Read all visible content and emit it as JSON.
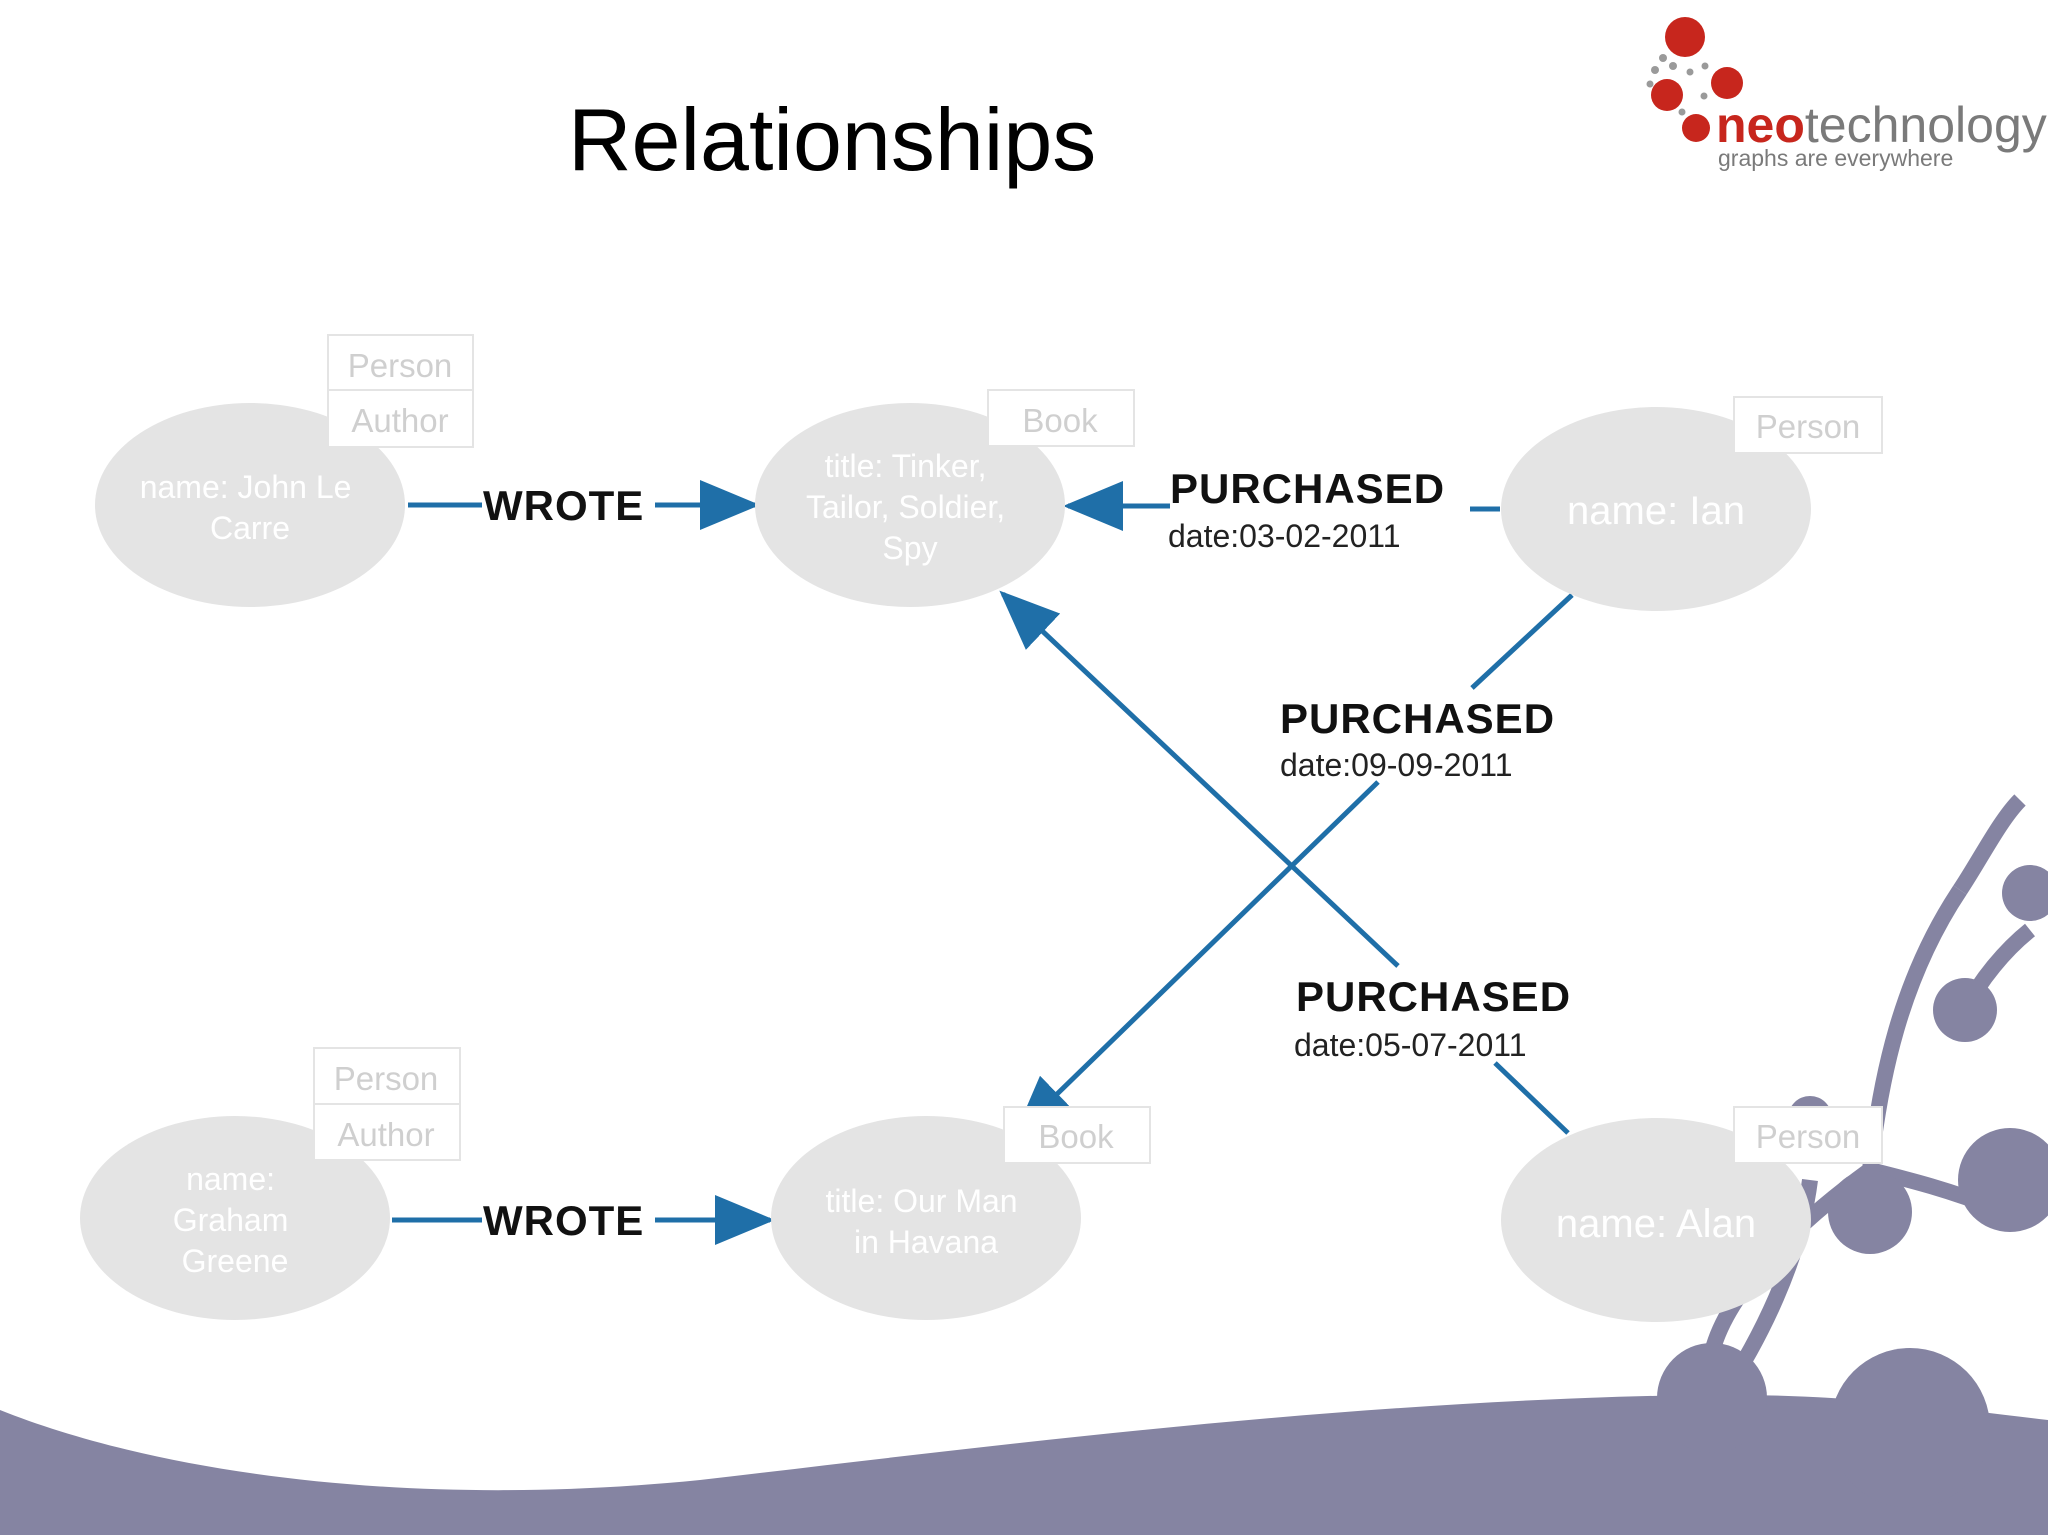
{
  "title": "Relationships",
  "logo": {
    "brand_a": "neo",
    "brand_b": "technology",
    "tagline": "graphs are everywhere"
  },
  "nodes": {
    "john": {
      "lines": [
        "name: John Le",
        "Carre"
      ],
      "labels": [
        "Person",
        "Author"
      ]
    },
    "tinker": {
      "lines": [
        "title: Tinker,",
        "Tailor, Soldier,",
        "Spy"
      ],
      "labels": [
        "Book"
      ]
    },
    "ian": {
      "lines": [
        "name: Ian"
      ],
      "labels": [
        "Person"
      ]
    },
    "graham": {
      "lines": [
        "name:",
        "Graham",
        "Greene"
      ],
      "labels": [
        "Person",
        "Author"
      ]
    },
    "havana": {
      "lines": [
        "title: Our Man",
        "in Havana"
      ],
      "labels": [
        "Book"
      ]
    },
    "alan": {
      "lines": [
        "name: Alan"
      ],
      "labels": [
        "Person"
      ]
    }
  },
  "relationships": {
    "wrote_1": {
      "type": "WROTE"
    },
    "wrote_2": {
      "type": "WROTE"
    },
    "purchased_1": {
      "type": "PURCHASED",
      "date": "date:03-02-2011"
    },
    "purchased_2": {
      "type": "PURCHASED",
      "date": "date:09-09-2011"
    },
    "purchased_3": {
      "type": "PURCHASED",
      "date": "date:05-07-2011"
    }
  },
  "colors": {
    "node_fill": "#e4e4e4",
    "arrow": "#1f6fa8",
    "decor": "#8584a2",
    "logo_red": "#c7261d"
  }
}
